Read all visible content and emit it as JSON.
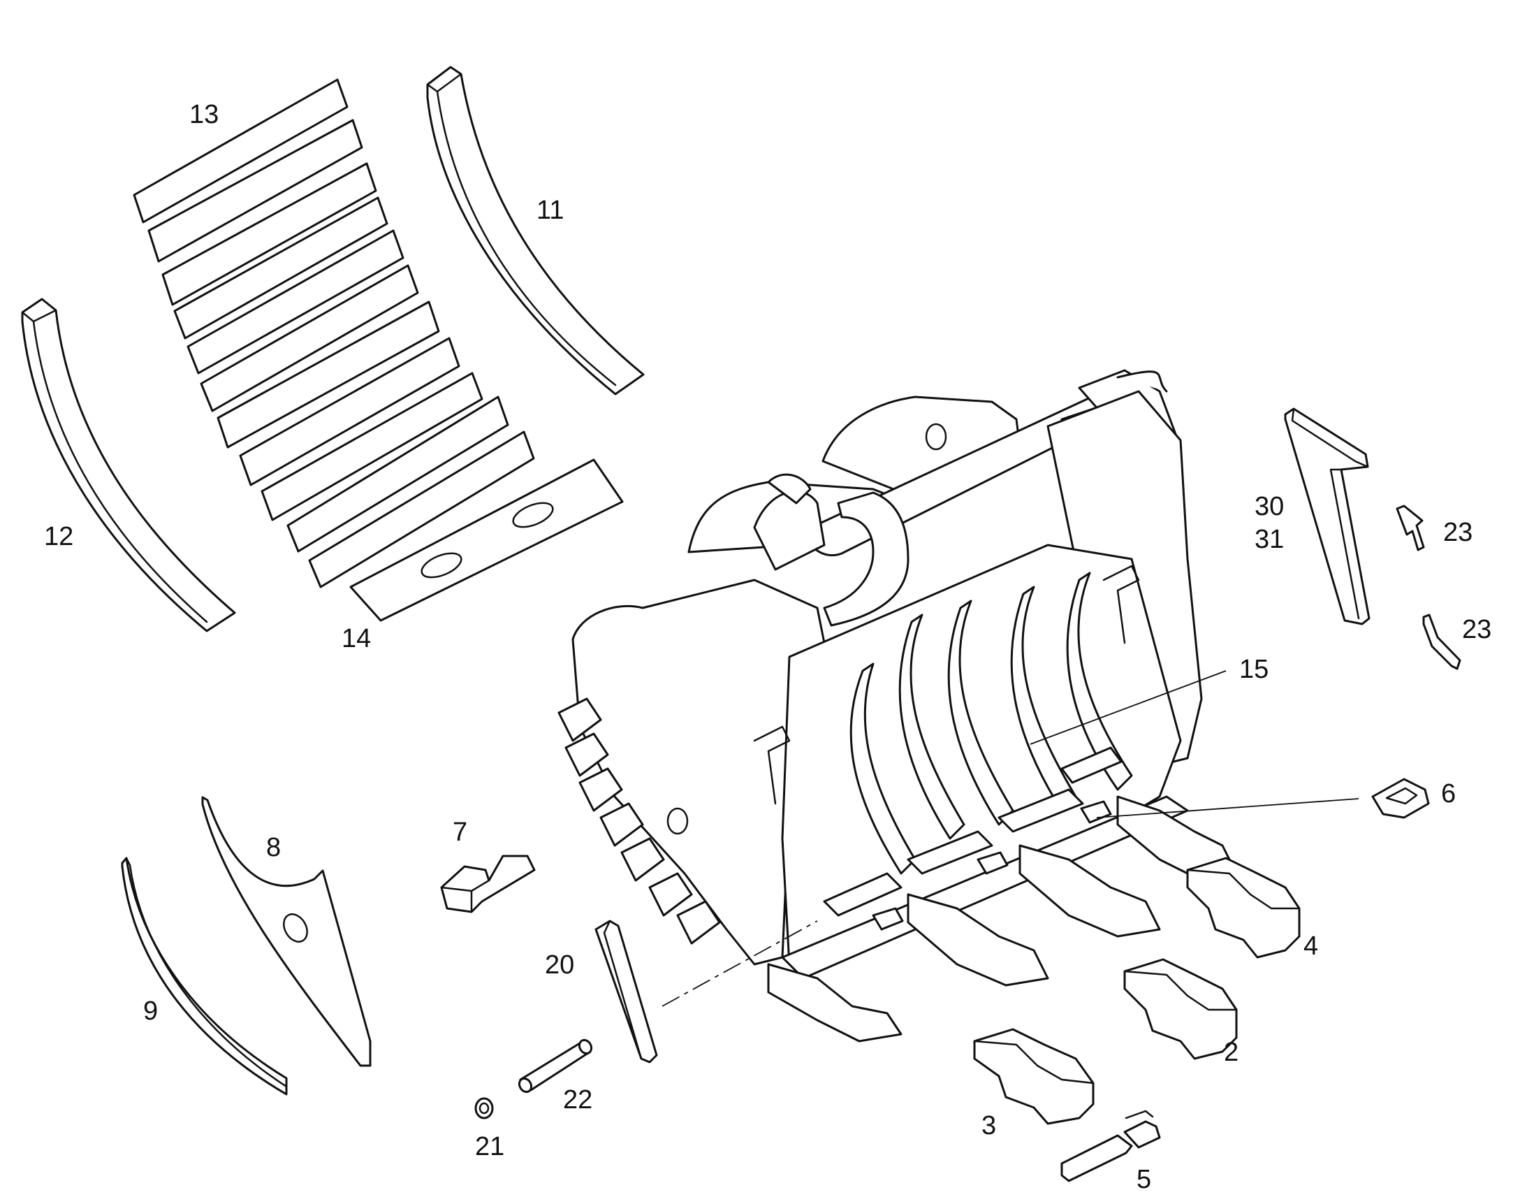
{
  "labels": {
    "2": "2",
    "3": "3",
    "4": "4",
    "5": "5",
    "6": "6",
    "7": "7",
    "8": "8",
    "9": "9",
    "11": "11",
    "12": "12",
    "13": "13",
    "14": "14",
    "15": "15",
    "20": "20",
    "21": "21",
    "22": "22",
    "23a": "23",
    "23b": "23",
    "30": "30",
    "31": "31"
  }
}
